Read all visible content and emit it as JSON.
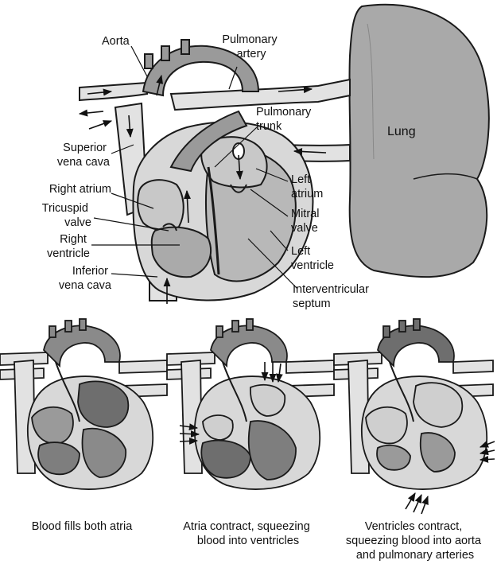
{
  "labels": {
    "aorta": "Aorta",
    "pulmonary_artery": [
      "Pulmonary",
      "artery"
    ],
    "pulmonary_trunk": [
      "Pulmonary",
      "trunk"
    ],
    "lung": "Lung",
    "superior_vena_cava": [
      "Superior",
      "vena cava"
    ],
    "right_atrium": "Right atrium",
    "tricuspid_valve": [
      "Tricuspid",
      "valve"
    ],
    "right_ventricle": [
      "Right",
      "ventricle"
    ],
    "inferior_vena_cava": [
      "Inferior",
      "vena cava"
    ],
    "left_atrium": [
      "Left",
      "atrium"
    ],
    "mitral_valve": [
      "Mitral",
      "valve"
    ],
    "left_ventricle": [
      "Left",
      "ventricle"
    ],
    "interventricular_septum": [
      "Interventricular",
      "septum"
    ]
  },
  "captions": [
    [
      "Blood fills both atria"
    ],
    [
      "Atria contract, squeezing",
      "blood into ventricles"
    ],
    [
      "Ventricles contract,",
      "squeezing blood into aorta",
      "and pulmonary arteries"
    ]
  ],
  "colors": {
    "outline": "#1a1a1a",
    "vessel_light": "#e2e2e2",
    "chamber_mid": "#9a9a9a",
    "chamber_dark": "#6e6e6e",
    "wall": "#bdbdbd",
    "lung": "#a8a8a8"
  }
}
